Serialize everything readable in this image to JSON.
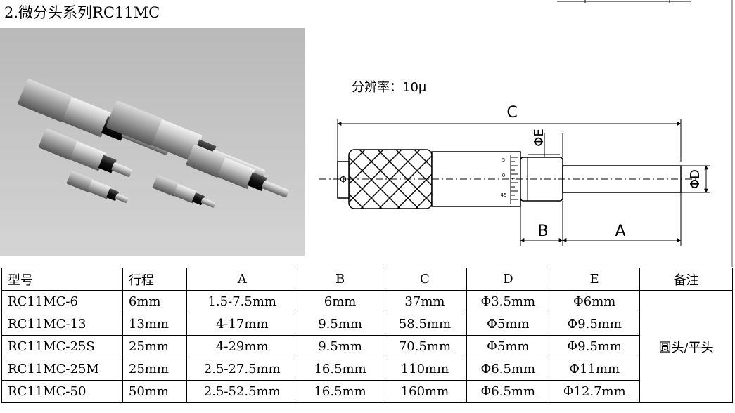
{
  "header": {
    "title": "2.微分头系列RC11MC"
  },
  "drawing": {
    "resolution_label": "分辨率：10μ",
    "dim_c": "C",
    "dim_b": "B",
    "dim_a": "A",
    "dim_d": "ΦD",
    "dim_e": "ΦE",
    "dim_phi": "Φ",
    "scale_5": "5",
    "scale_0": "0",
    "scale_45": "45"
  },
  "table": {
    "headers": [
      "型号",
      "行程",
      "A",
      "B",
      "C",
      "D",
      "E",
      "备注"
    ],
    "rows": [
      [
        "RC11MC-6",
        "6mm",
        "1.5-7.5mm",
        "6mm",
        "37mm",
        "Φ3.5mm",
        "Φ6mm"
      ],
      [
        "RC11MC-13",
        "13mm",
        "4-17mm",
        "9.5mm",
        "58.5mm",
        "Φ5mm",
        "Φ9.5mm"
      ],
      [
        "RC11MC-25S",
        "25mm",
        "4-29mm",
        "9.5mm",
        "70.5mm",
        "Φ5mm",
        "Φ9.5mm"
      ],
      [
        "RC11MC-25M",
        "25mm",
        "2.5-27.5mm",
        "16.5mm",
        "110mm",
        "Φ6.5mm",
        "Φ11mm"
      ],
      [
        "RC11MC-50",
        "50mm",
        "2.5-52.5mm",
        "16.5mm",
        "160mm",
        "Φ6.5mm",
        "Φ12.7mm"
      ]
    ],
    "remark": "圆头/平头"
  }
}
